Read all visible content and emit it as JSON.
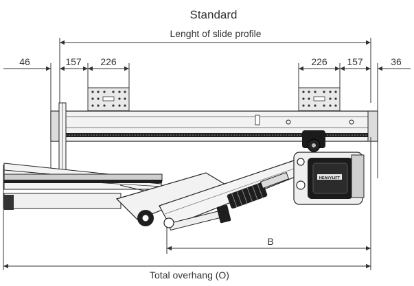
{
  "title": "Standard",
  "dimensions": {
    "slide_profile_label": "Lenght of slide profile",
    "left_offset": "46",
    "left_gap": "157",
    "left_bracket_width": "226",
    "right_bracket_width": "226",
    "right_gap": "157",
    "right_offset": "36",
    "b_label": "B",
    "overhang_label": "Total overhang (O)"
  },
  "diagram": {
    "motor_badge": "HEAVYLIFT",
    "colors": {
      "line": "#333333",
      "machine_dark": "#1b1b1b",
      "machine_mid": "#555555",
      "machine_light": "#e6e6e6",
      "background": "#ffffff"
    }
  }
}
